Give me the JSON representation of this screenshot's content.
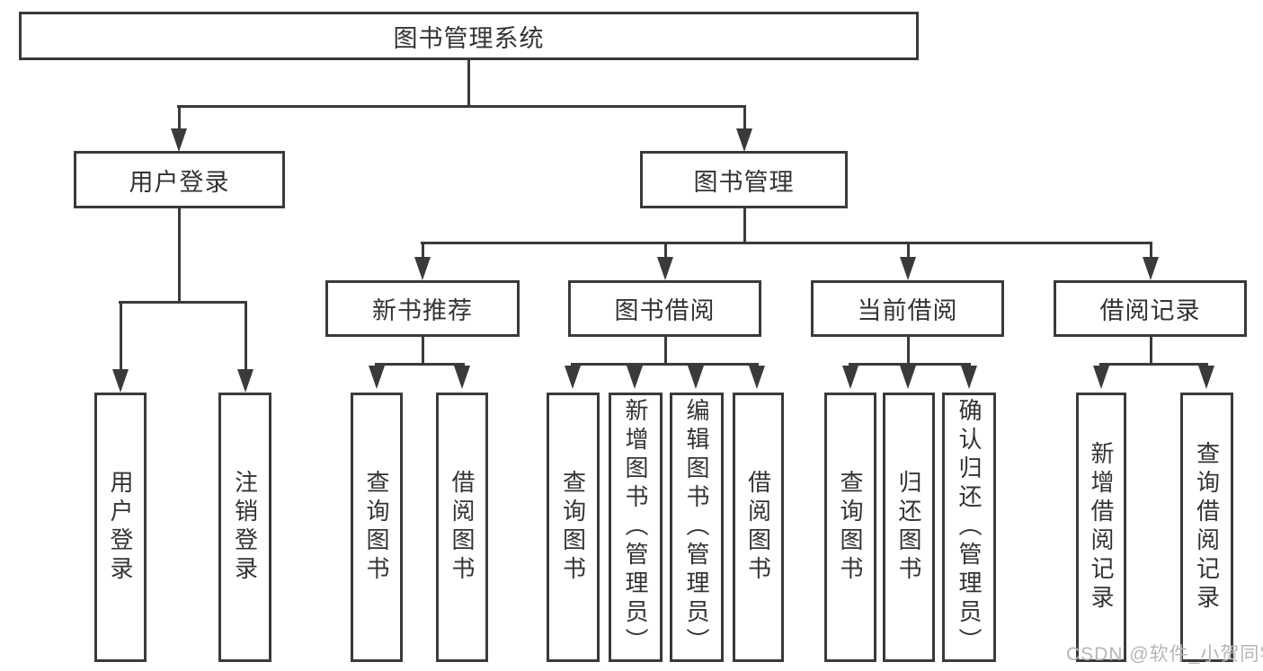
{
  "title": "图书管理系统",
  "colors": {
    "line": "#3a3a3a",
    "text": "#333333",
    "box_background": "#ffffff",
    "watermark": "#b3b6b9",
    "background": "#ffffff"
  },
  "watermark": {
    "text": "CSDN @软件_小贺同学"
  },
  "tree": {
    "root": {
      "label": "图书管理系统"
    },
    "branches": [
      {
        "label": "用户登录",
        "children": [
          {
            "label": "用户登录"
          },
          {
            "label": "注销登录"
          }
        ]
      },
      {
        "label": "图书管理",
        "children": [
          {
            "label": "新书推荐",
            "children": [
              {
                "label": "查询图书"
              },
              {
                "label": "借阅图书"
              }
            ]
          },
          {
            "label": "图书借阅",
            "children": [
              {
                "label": "查询图书"
              },
              {
                "label": "新增图书（管理员）"
              },
              {
                "label": "编辑图书（管理员）"
              },
              {
                "label": "借阅图书"
              }
            ]
          },
          {
            "label": "当前借阅",
            "children": [
              {
                "label": "查询图书"
              },
              {
                "label": "归还图书"
              },
              {
                "label": "确认归还（管理员）"
              }
            ]
          },
          {
            "label": "借阅记录",
            "children": [
              {
                "label": "新增借阅记录"
              },
              {
                "label": "查询借阅记录"
              }
            ]
          }
        ]
      }
    ]
  }
}
